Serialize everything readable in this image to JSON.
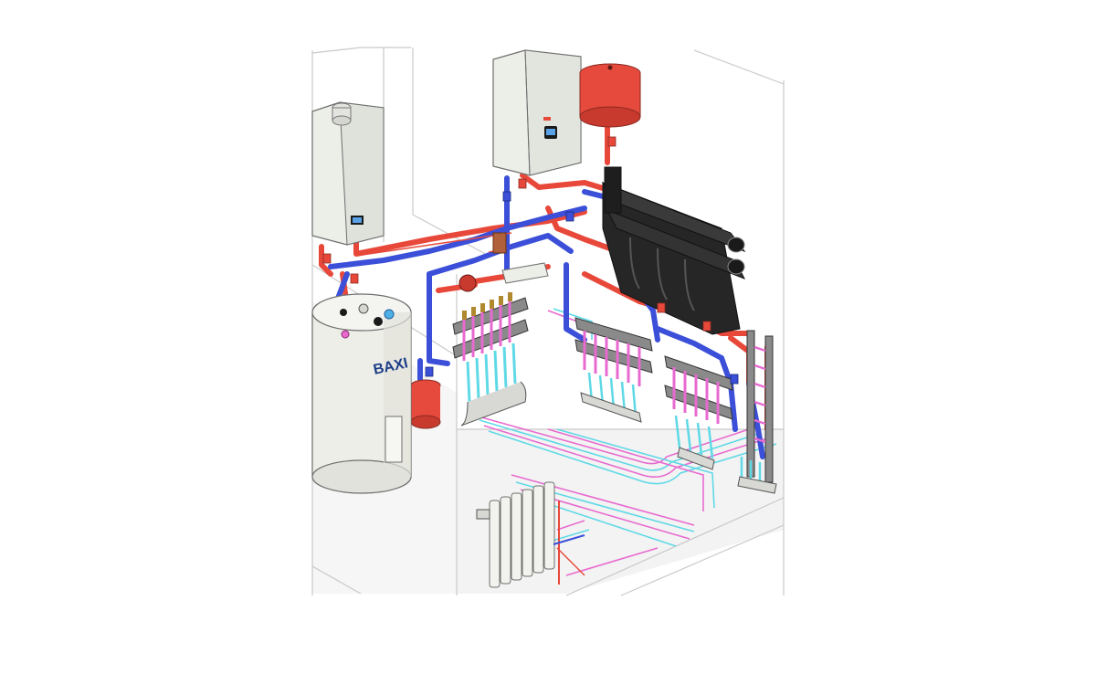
{
  "colors": {
    "background": "#ffffff",
    "wall_line": "#c9c9c9",
    "floor": "#f3f3f3",
    "supply_pipe": "#e8483a",
    "return_pipe": "#3b4fd8",
    "floor_loop_pink": "#e86ad0",
    "floor_loop_cyan": "#5fd9e6",
    "appliance_body": "#eceee8",
    "appliance_edge": "#6f6f6f",
    "vessel": "#e64a3c",
    "insulation": "#262626",
    "brass": "#b0892e",
    "brand_blue": "#1d3f88"
  },
  "boiler_left": {
    "icon": "wall-boiler-icon"
  },
  "boiler_right": {
    "icon": "wall-boiler-icon"
  },
  "tank": {
    "brand": "BAXI",
    "icon": "hot-water-cylinder-icon"
  },
  "vessels": {
    "icon": "expansion-vessel-icon"
  },
  "header": {
    "icon": "insulated-manifold-icon"
  },
  "manifolds": {
    "count": 4,
    "icon": "floor-heating-manifold-icon"
  },
  "radiator": {
    "sections": 6,
    "icon": "radiator-icon"
  }
}
